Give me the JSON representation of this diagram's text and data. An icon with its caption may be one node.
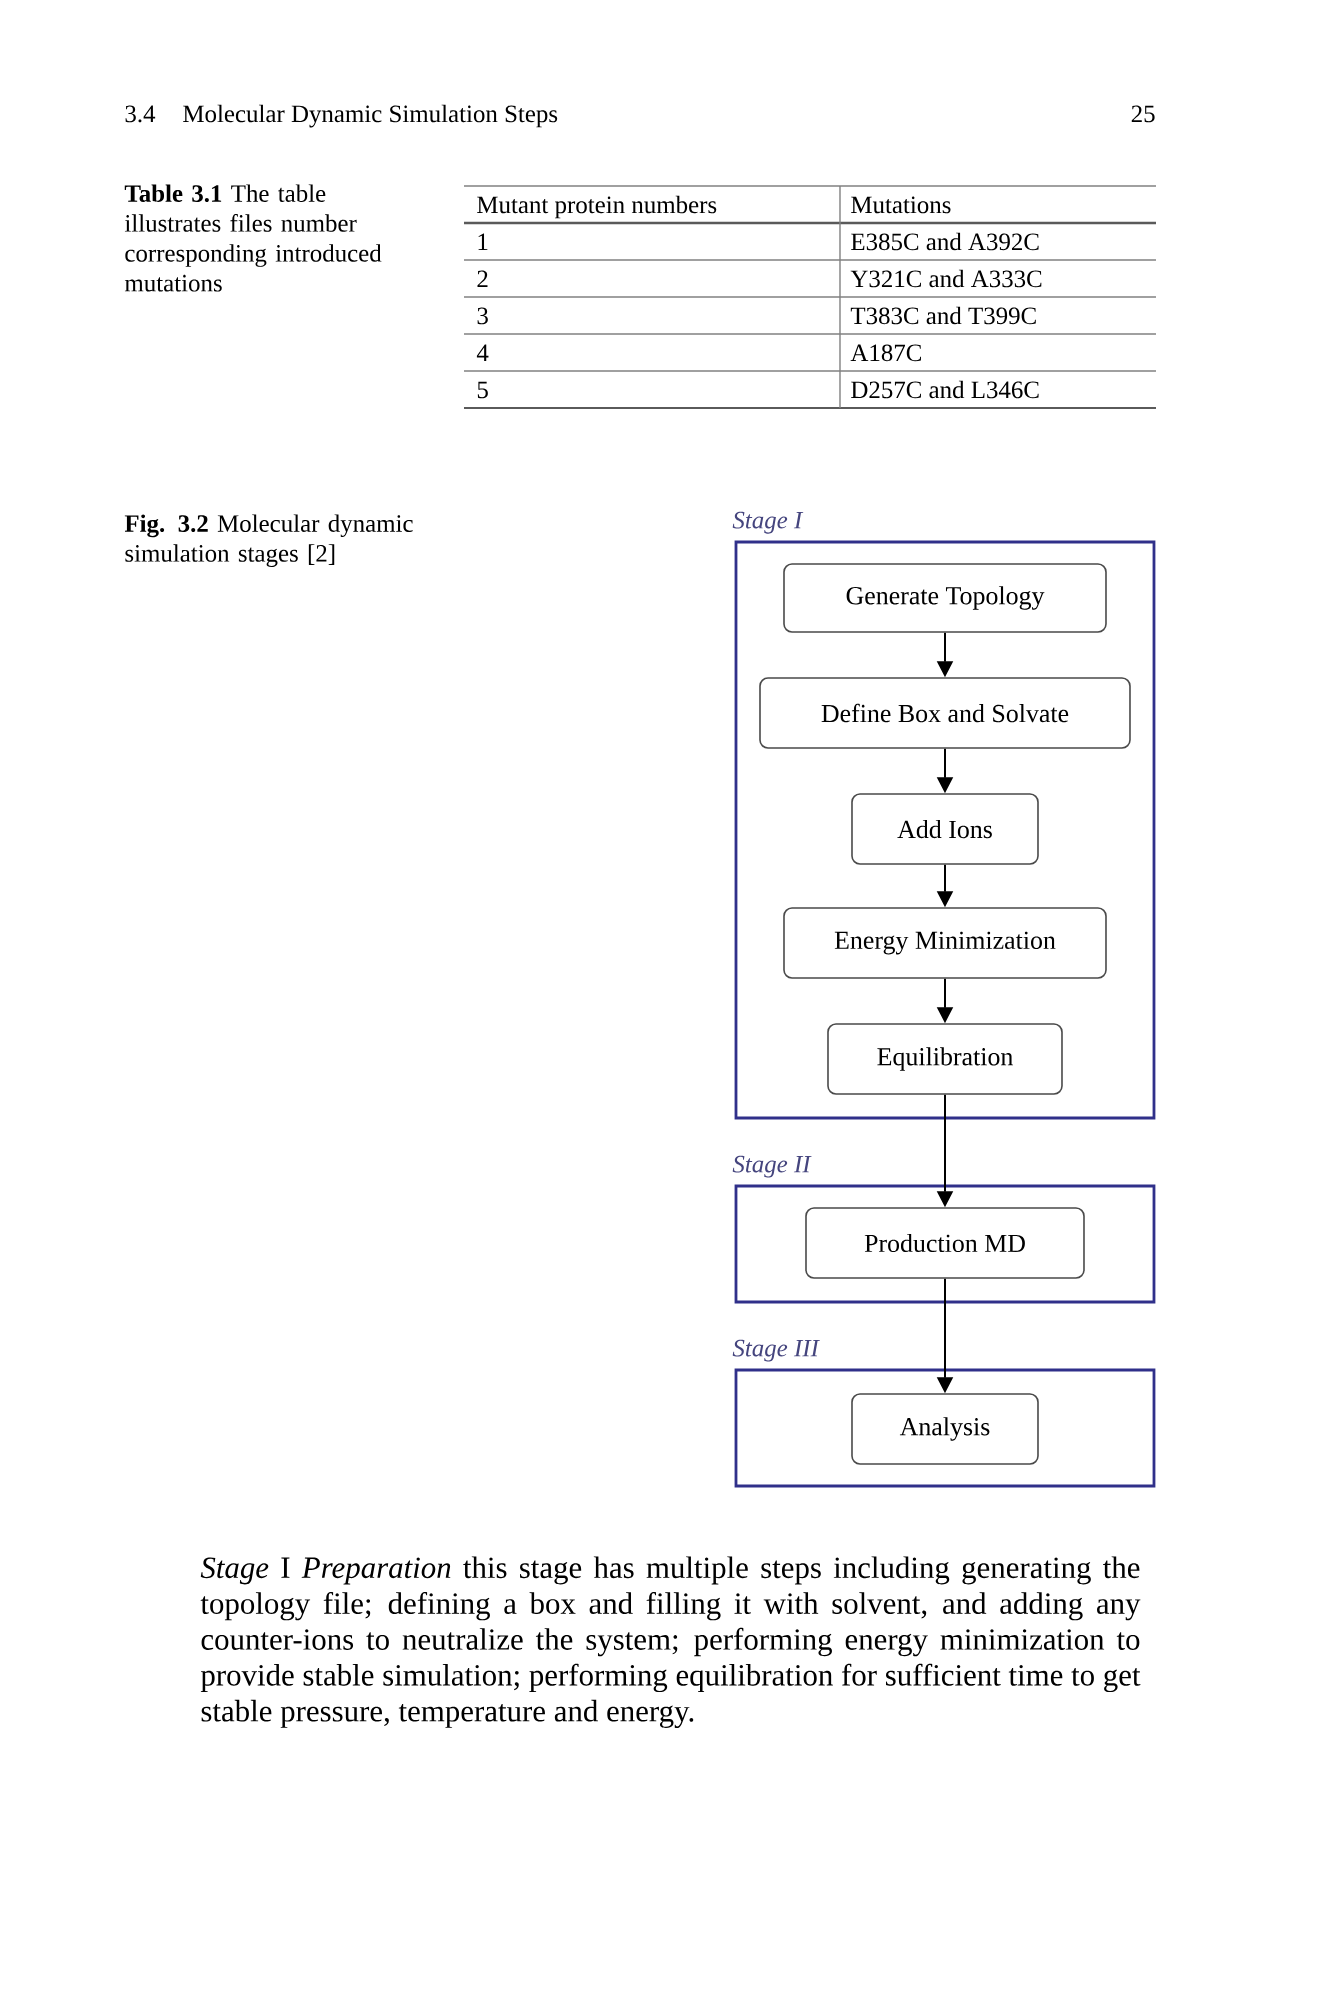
{
  "diagram": {
    "caption": "**Fig. 3.2** Molecular dynamic simulation stages [2]",
    "nodes": [
      {
        "text": [
          "Stage I"
        ]
      },
      {
        "text": [
          "Generate Topology"
        ],
        "in": 0
      },
      {
        "text": [
          "Define Box and Solvate"
        ],
        "in": 0
      },
      {
        "text": [
          "Add Ions"
        ],
        "in": 0
      },
      {
        "text": [
          "Energy Minimization"
        ],
        "in": 0
      },
      {
        "text": [
          "Equilibration"
        ],
        "in": 0
      },
      {
        "text": [
          "Stage II"
        ]
      },
      {
        "text": [
          "Production MD"
        ],
        "in": 6
      },
      {
        "text": [
          "Stage III"
        ]
      },
      {
        "text": [
          "Analysis"
        ],
        "in": 8
      }
    ],
    "edges": [
      {
        "from": 1,
        "to": 2,
        "arrow": "to"
      },
      {
        "from": 2,
        "to": 3,
        "arrow": "to"
      },
      {
        "from": 3,
        "to": 4,
        "arrow": "to"
      },
      {
        "from": 4,
        "to": 5,
        "arrow": "to"
      },
      {
        "from": 5,
        "to": 7,
        "arrow": "to"
      },
      {
        "from": 7,
        "to": 9,
        "arrow": "to"
      }
    ],
    "labels": [
      "3.4",
      "Molecular Dynamic Simulation Steps",
      "25",
      "**Table 3.1** The table illustrates files number corresponding introduced mutations",
      "Mutant protein numbers",
      "Mutations",
      "1",
      "E385C and A392C",
      "2",
      "Y321C and A333C",
      "3",
      "T383C and T399C",
      "4",
      "A187C",
      "5",
      "D257C and L346C",
      "*Stage* I *Preparation* this stage has multiple steps including generating the topology file; defining a box and filling it with solvent, and adding any counter-ions to neutralize the system; performing energy minimization to provide stable simulation; performing equilibration for sufficient time to get stable pressure, temperature and energy."
    ]
  }
}
